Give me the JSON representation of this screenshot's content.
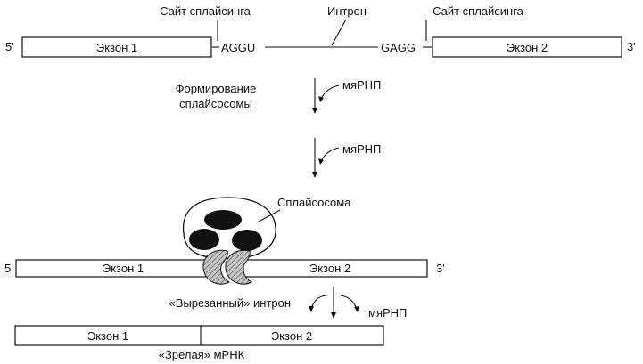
{
  "pre_mrna": {
    "end5": "5'",
    "end3": "3'",
    "exon1": "Экзон 1",
    "exon2": "Экзон 2",
    "seq_left": "AGGU",
    "seq_right": "GAGG",
    "splice_site_label": "Сайт сплайсинга",
    "intron_label": "Интрон"
  },
  "step1": {
    "snrnp_label": "мяРНП",
    "caption_line1": "Формирование",
    "caption_line2": "сплайсосомы"
  },
  "step2": {
    "snrnp_label": "мяРНП"
  },
  "spliceosome": {
    "label": "Сплайсосома",
    "end5": "5'",
    "end3": "3'",
    "exon1": "Экзон 1",
    "exon2": "Экзон 2"
  },
  "products": {
    "excised_intron": "«Вырезанный» интрон",
    "snrnp_label": "мяРНП",
    "exon1": "Экзон 1",
    "exon2": "Экзон 2",
    "mature_caption": "«Зрелая» мРНК"
  }
}
